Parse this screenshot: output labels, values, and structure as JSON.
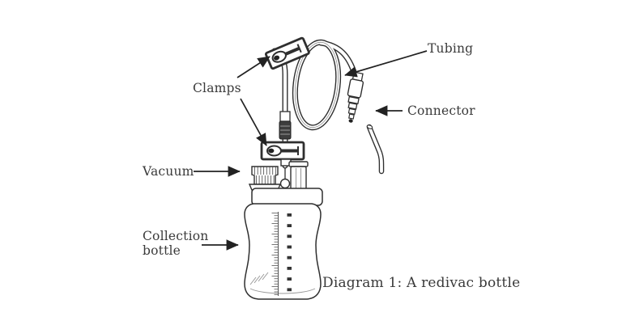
{
  "figure": {
    "caption": "Diagram 1: A redivac bottle",
    "labels": {
      "clamps": "Clamps",
      "tubing": "Tubing",
      "connector": "Connector",
      "vacuum": "Vacuum",
      "collection_bottle": "Collection bottle"
    },
    "colors": {
      "ink": "#2f2f2f",
      "text": "#3a3a3a",
      "background": "#ffffff"
    }
  }
}
